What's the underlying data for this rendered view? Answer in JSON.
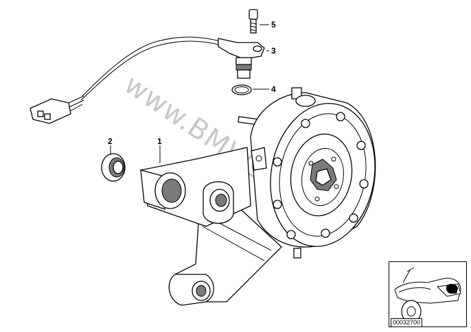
{
  "diagram": {
    "watermark": "www.BMWstore.pl",
    "callouts": [
      {
        "id": "1",
        "label": "1"
      },
      {
        "id": "2",
        "label": "2"
      },
      {
        "id": "3",
        "label": "3"
      },
      {
        "id": "4",
        "label": "4"
      },
      {
        "id": "5",
        "label": "5"
      }
    ],
    "thumbnail_code": "00032700"
  }
}
